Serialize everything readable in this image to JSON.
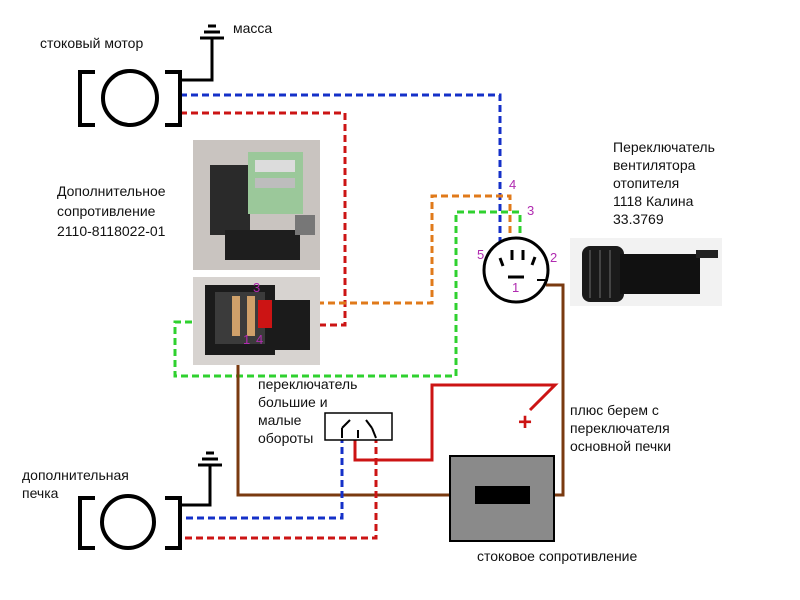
{
  "labels": {
    "stock_motor": "стоковый мотор",
    "ground": "масса",
    "extra_resistor": [
      "Дополнительное",
      "сопротивление",
      "2110-8118022-01"
    ],
    "fan_switch": [
      "Переключатель",
      "вентилятора",
      "отопителя",
      "1118 Калина",
      "33.3769"
    ],
    "speed_switch": [
      "переключатель",
      "большие и",
      "малые",
      "обороты"
    ],
    "plus_note": [
      "плюс берем с",
      "переключателя",
      "основной печки"
    ],
    "extra_heater": [
      "дополнительная",
      "печка"
    ],
    "stock_resistor": "стоковое сопротивление",
    "plus_sign": "+"
  },
  "pins": {
    "switch": [
      "1",
      "2",
      "3",
      "4",
      "5"
    ],
    "resistor": [
      "3",
      "1",
      "4"
    ]
  },
  "colors": {
    "blue": "#1530c8",
    "red": "#cc1414",
    "orange": "#e07a1a",
    "green": "#2fd12f",
    "brown": "#7a3a10",
    "pin_text": "#b02bb0"
  },
  "icons": [
    "motor-icon",
    "ground-icon",
    "resistor-photo",
    "switch-photo",
    "toggle-switch-icon",
    "resistor-block-icon"
  ]
}
